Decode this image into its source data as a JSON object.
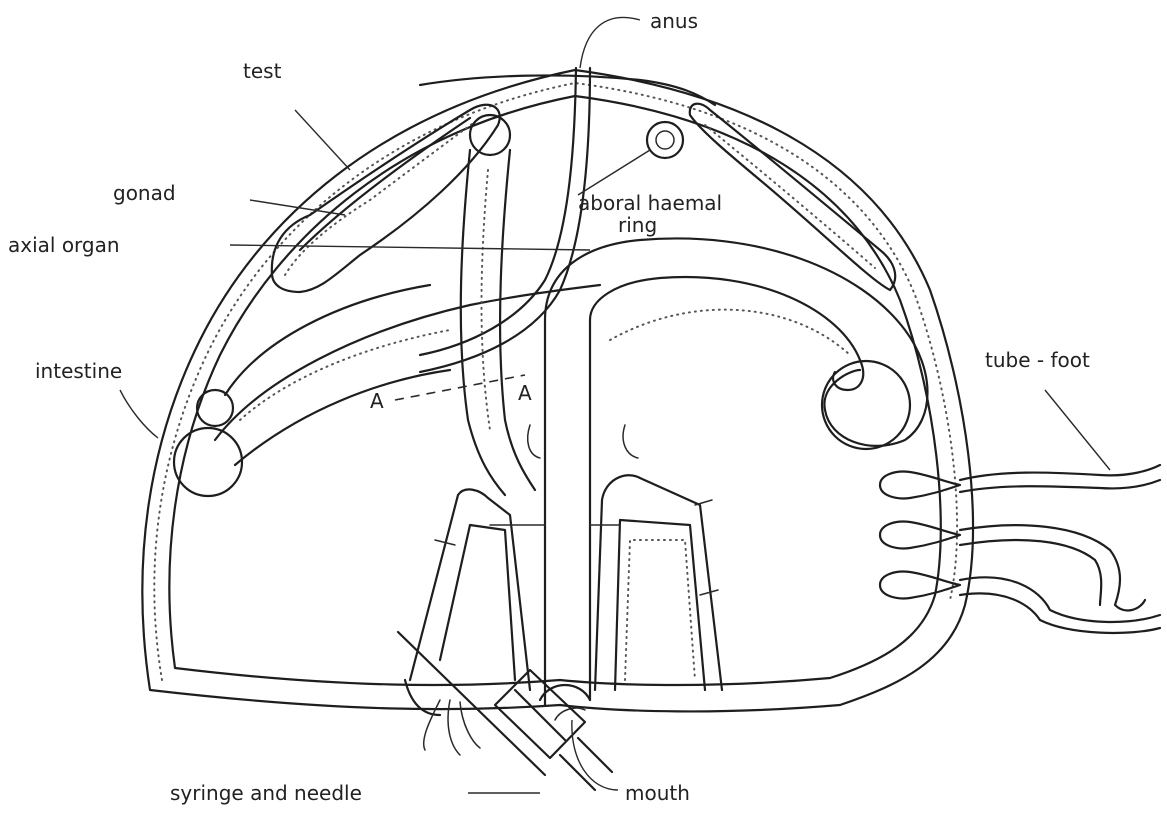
{
  "labels": {
    "anus": "anus",
    "test": "test",
    "gonad": "gonad",
    "aboral_haemal_ring_line1": "aboral haemal",
    "aboral_haemal_ring_line2": "ring",
    "axial_organ": "axial organ",
    "intestine": "intestine",
    "tube_foot": "tube - foot",
    "section_a_left": "A",
    "section_a_right": "A",
    "syringe_and_needle": "syringe and needle",
    "mouth": "mouth"
  },
  "colors": {
    "ink": "#1e1e1e",
    "stipple": "#555555",
    "background": "#ffffff"
  }
}
